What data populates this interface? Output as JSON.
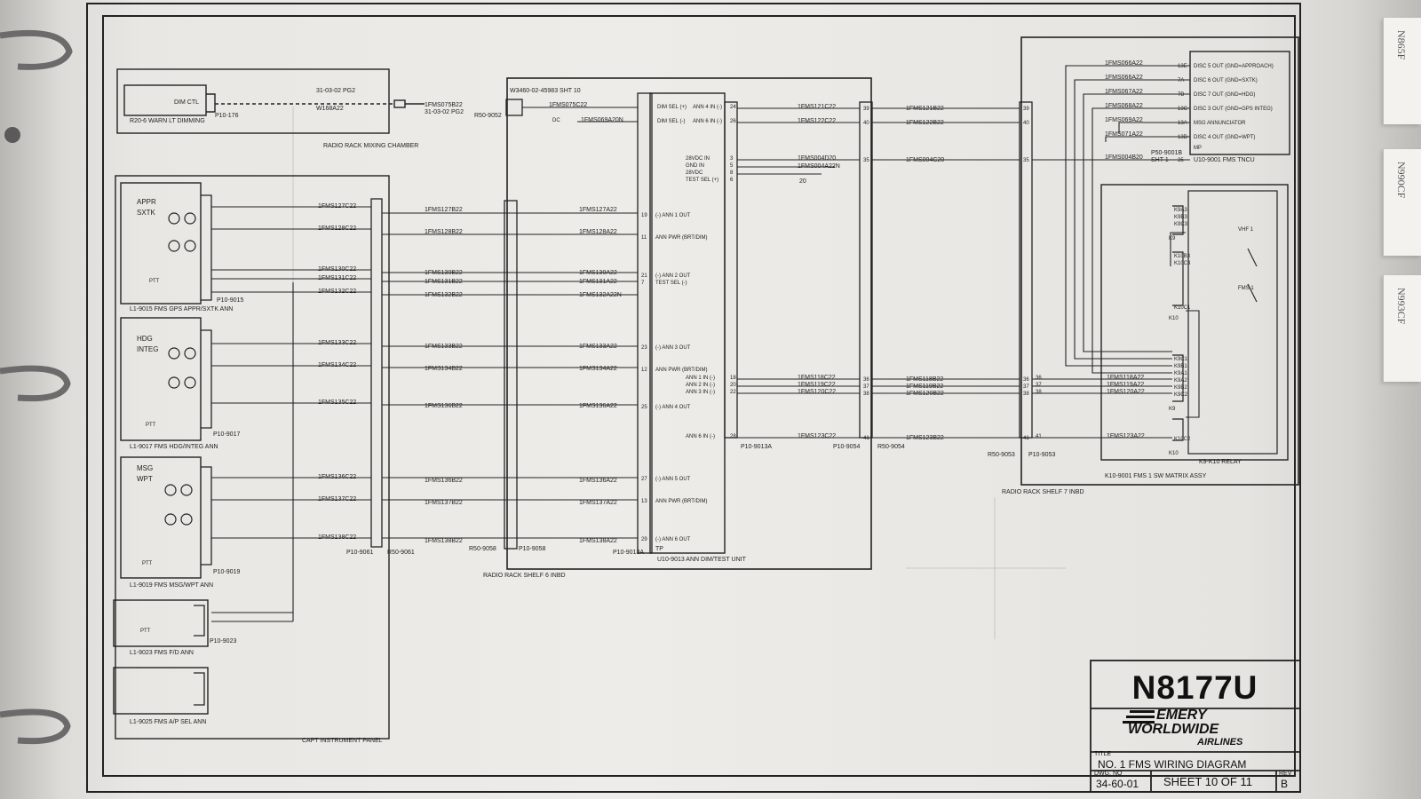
{
  "tabs": [
    "N865F",
    "N990CF",
    "N993CF"
  ],
  "title_block": {
    "registration": "N8177U",
    "logo_line1": "EMERY",
    "logo_line2": "WORLDWIDE",
    "logo_line3": "AIRLINES",
    "title_label": "TITLE",
    "title": "NO. 1 FMS   WIRING DIAGRAM",
    "dwg_label": "DWG. NO",
    "dwg_no": "34-60-01",
    "sheet": "SHEET 10 OF 11",
    "rev_label": "REV",
    "rev": "B"
  },
  "top_left": {
    "ref1": "31-03-02 PG2",
    "dim_ctl": "DIM CTL",
    "warn": "R20-6 WARN LT DIMMING",
    "conn": "P10-176",
    "wire1": "W168A22",
    "wire2": "1FMS075B22",
    "ref2": "31-03-02 PG2",
    "conn2": "R50-9052",
    "chamber": "RADIO RACK MIXING CHAMBER"
  },
  "annunciators": [
    {
      "label": "L1-9015 FMS GPS APPR/SXTK ANN",
      "conn": "P10-9015",
      "legend": [
        "APPR",
        "SXTK"
      ]
    },
    {
      "label": "L1-9017 FMS HDG/INTEG ANN",
      "conn": "P10-9017",
      "legend": [
        "HDG",
        "INTEG"
      ]
    },
    {
      "label": "L1-9019 FMS MSG/WPT ANN",
      "conn": "P10-9019",
      "legend": [
        "MSG",
        "WPT"
      ]
    },
    {
      "label": "L1-9023 FMS F/D ANN",
      "conn": "P10-9023",
      "legend": []
    },
    {
      "label": "L1-9025 FMS A/P SEL ANN",
      "conn": "",
      "legend": []
    }
  ],
  "panel_label": "CAPT INSTRUMENT PANEL",
  "ptt": "PTT",
  "left_wires": [
    "1FMS127C22",
    "1FMS128C22",
    "1FMS130C22",
    "1FMS131C22",
    "1FMS132C22",
    "1FMS133C22",
    "1FMS134C22",
    "1FMS135C22",
    "1FMS136C22",
    "1FMS137C22",
    "1FMS138C22"
  ],
  "b_wires": [
    "1FMS127B22",
    "1FMS128B22",
    "1FMS130B22",
    "1FMS131B22",
    "1FMS132B22",
    "1FMS133B22",
    "1FMS134B22",
    "1FMS136B22",
    "1FMS136B22",
    "1FMS137B22",
    "1FMS138B22"
  ],
  "a_wires": [
    "1FMS127A22",
    "1FMS128A22",
    "1FMS130A22",
    "1FMS131A22",
    "1FMS132A22N",
    "1FMS133A22",
    "1FMS134A22",
    "1FMS136A22",
    "1FMS136A22",
    "1FMS137A22",
    "1FMS138A22"
  ],
  "unit_pins_left": [
    {
      "pin": "19",
      "label": "(-) ANN 1 OUT"
    },
    {
      "pin": "11",
      "label": "ANN PWR (BRT/DIM)"
    },
    {
      "pin": "21",
      "label": "(-) ANN 2 OUT"
    },
    {
      "pin": "7",
      "label": "TEST SEL (-)"
    },
    {
      "pin": "23",
      "label": "(-) ANN 3 OUT"
    },
    {
      "pin": "12",
      "label": "ANN PWR (BRT/DIM)"
    },
    {
      "pin": "25",
      "label": "(-) ANN 4 OUT"
    },
    {
      "pin": "27",
      "label": "(-) ANN 5 OUT"
    },
    {
      "pin": "13",
      "label": "ANN PWR (BRT/DIM)"
    },
    {
      "pin": "29",
      "label": "(-) ANN 6 OUT"
    }
  ],
  "unit_top": {
    "ref": "W3460-02-45983 SHT 10",
    "wire1": "1FMS075C22",
    "dim_sel_pos": "DIM SEL (+)",
    "dim_sel_neg": "DIM SEL (-)",
    "ann4_in": "ANN 4 IN (-)",
    "ann6_in": "ANN 6 IN (-)",
    "wire2": "1FMS069A20N",
    "dc": "DC"
  },
  "unit_right_pins": [
    {
      "pin": "24",
      "label": "ANN 4 IN (-)"
    },
    {
      "pin": "26",
      "label": "ANN 6 IN (-)"
    },
    {
      "pin": "3",
      "label": "28VDC IN"
    },
    {
      "pin": "5",
      "label": "GND IN"
    },
    {
      "pin": "8",
      "label": "28VDC"
    },
    {
      "pin": "6",
      "label": "TEST SEL (+)"
    },
    {
      "pin": "18",
      "label": "ANN 1 IN (-)"
    },
    {
      "pin": "20",
      "label": "ANN 2 IN (-)"
    },
    {
      "pin": "22",
      "label": "ANN 3 IN (-)"
    },
    {
      "pin": "28",
      "label": "ANN 6 IN (-)"
    }
  ],
  "mid_wires": [
    "1FMS121C22",
    "1FMS122C22",
    "1FMS004D20",
    "1FMS004A22N",
    "20",
    "1FMS118C22",
    "1FMS119C22",
    "1FMS120C22",
    "1FMS123C22"
  ],
  "shelf6_labels": {
    "conn_a": "P10-9061",
    "conn_b": "R50-9061",
    "conn_c": "R50-9058",
    "conn_d": "P10-9058",
    "conn_e": "P10-9013A",
    "conn_f": "TP",
    "unit": "U10-9013 ANN DIM/TEST UNIT",
    "shelf": "RADIO RACK SHELF 6 INBD",
    "conn_g": "P10-9054",
    "conn_h": "R50-9054",
    "conn_i": "P10-9013A"
  },
  "right_wires": [
    "1FMS121B22",
    "1FMS122B22",
    "1FMS004C20",
    "1FMS118B22",
    "1FMS119B22",
    "1FMS120B22",
    "1FMS123B22"
  ],
  "right_pins": [
    "39",
    "40",
    "35",
    "36",
    "37",
    "38",
    "41"
  ],
  "tncu": {
    "wires": [
      "1FMS066A22",
      "1FMS066A22",
      "1FMS067A22",
      "1FMS068A22",
      "1FMS069A22",
      "1FMS071A22",
      "1FMS004B20"
    ],
    "pins": [
      "13E",
      "7A",
      "7B",
      "13C",
      "13A",
      "13D",
      "35"
    ],
    "labels": [
      "DISC 5 OUT (GND=APPROACH)",
      "DISC 6 OUT (GND=SXTK)",
      "DISC 7 OUT (GND=HDG)",
      "DISC 3 OUT (GND=GPS INTEG)",
      "MSG ANNUNCIATOR",
      "DISC 4 OUT (GND=WPT)"
    ],
    "mp": "MP",
    "conn": "P50-9001B",
    "sht": "SHT 1",
    "unit": "U10-9001 FMS TNCU"
  },
  "relay": {
    "k9_top": [
      "K9A3",
      "K9B3",
      "K9C3"
    ],
    "k9": "K9",
    "k10_top": [
      "K10B3",
      "K10C3"
    ],
    "k10c1": "K10C1",
    "k10": "K10",
    "k9_mid": [
      "K9C1",
      "K9B1",
      "K9A1",
      "K9A2",
      "K9B2",
      "K9C2"
    ],
    "k10c2": "K10C2",
    "vhf": "VHF 1",
    "fms": "FMS 1",
    "relay_label": "K9-K10 RELAY",
    "assy": "K10-9001 FMS 1 SW MATRIX ASSY",
    "wires": [
      "1FMS118A22",
      "1FMS119A22",
      "1FMS120A22",
      "1FMS123A22"
    ],
    "pins": [
      "36",
      "37",
      "38",
      "41"
    ],
    "conn_a": "R50-9053",
    "conn_b": "P10-9053",
    "shelf": "RADIO RACK SHELF 7 INBD"
  }
}
